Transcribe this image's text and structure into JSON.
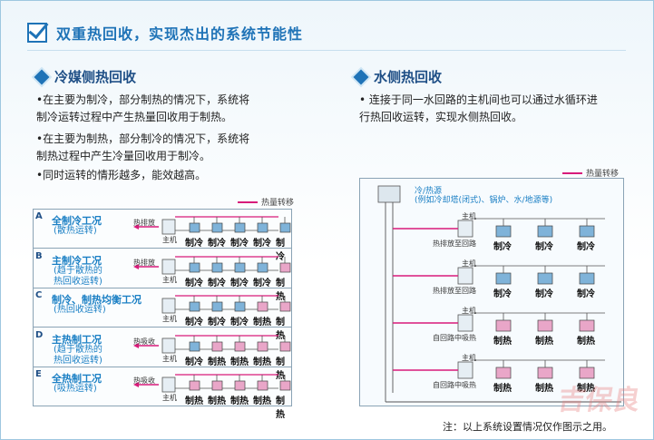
{
  "header": {
    "title": "双重热回收，实现杰出的系统节能性"
  },
  "left": {
    "title": "冷媒侧热回收",
    "bullets": [
      "•在主要为制冷，部分制热的情况下，系统将",
      "制冷运转过程中产生热量回收用于制热。",
      "•在主要为制热，部分制冷的情况下，系统将",
      "制热过程中产生冷量回收用于制冷。",
      "•同时运转的情形越多，能效越高。"
    ],
    "legend": "热量转移",
    "rows": [
      {
        "letter": "A",
        "title": "全制冷工况",
        "sub": [
          "(散热运转)"
        ],
        "arrow_label": "热排放",
        "modes": [
          "制冷",
          "制冷",
          "制冷",
          "制冷",
          "制冷"
        ]
      },
      {
        "letter": "B",
        "title": "主制冷工况",
        "sub": [
          "(趋于散热的",
          "热回收运转)"
        ],
        "arrow_label": "热排放",
        "modes": [
          "制冷",
          "制冷",
          "制冷",
          "制冷",
          "制热"
        ]
      },
      {
        "letter": "C",
        "title": "制冷、制热均衡工况",
        "sub": [
          "(热回收运转)"
        ],
        "arrow_label": "",
        "modes": [
          "制冷",
          "制冷",
          "制冷",
          "制热",
          "制热"
        ]
      },
      {
        "letter": "D",
        "title": "主热制工况",
        "sub": [
          "(趋于散热的",
          "热回收运转)"
        ],
        "arrow_label": "热吸收",
        "modes": [
          "制冷",
          "制热",
          "制热",
          "制热",
          "制热"
        ]
      },
      {
        "letter": "E",
        "title": "全热制工况",
        "sub": [
          "(吸热运转)"
        ],
        "arrow_label": "热吸收",
        "modes": [
          "制热",
          "制热",
          "制热",
          "制热",
          "制热"
        ]
      }
    ],
    "unit_label": "主机"
  },
  "right": {
    "title": "水侧热回收",
    "bullets": [
      "• 连接于同一水回路的主机间也可以通过水循环进",
      "行热回收运转，实现水侧热回收。"
    ],
    "legend": "热量转移",
    "source_title": "冷/热源",
    "source_sub": "(例如冷却塔(闭式)、锅炉、水/地源等)",
    "unit_label": "主机",
    "rows": [
      {
        "label": "热排放至回路",
        "modes": [
          "制冷",
          "制冷",
          "制冷"
        ]
      },
      {
        "label": "热排放至回路",
        "modes": [
          "制冷",
          "制冷",
          "制冷"
        ]
      },
      {
        "label": "自回路中吸热",
        "modes": [
          "制热",
          "制热",
          "制热"
        ]
      },
      {
        "label": "自回路中吸热",
        "modes": [
          "制热",
          "制热",
          "制热"
        ]
      }
    ]
  },
  "note": "注：以上系统设置情况仅作图示之用。",
  "watermark": "吉保良",
  "colors": {
    "accent": "#1f73b7",
    "heat": "#d81b7a",
    "cool_unit": "#7fb3d9",
    "heat_unit": "#e9a6c8"
  }
}
